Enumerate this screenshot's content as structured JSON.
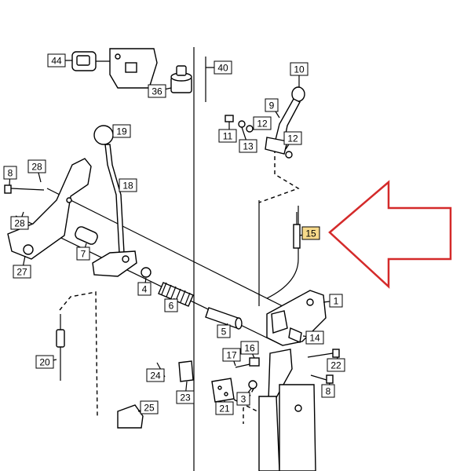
{
  "callouts": [
    {
      "id": "c44",
      "text": "44"
    },
    {
      "id": "c36",
      "text": "36"
    },
    {
      "id": "c40",
      "text": "40"
    },
    {
      "id": "c10",
      "text": "10"
    },
    {
      "id": "c9",
      "text": "9"
    },
    {
      "id": "c12a",
      "text": "12"
    },
    {
      "id": "c11",
      "text": "11"
    },
    {
      "id": "c13",
      "text": "13"
    },
    {
      "id": "c12b",
      "text": "12"
    },
    {
      "id": "c19",
      "text": "19"
    },
    {
      "id": "c8a",
      "text": "8"
    },
    {
      "id": "c28a",
      "text": "28"
    },
    {
      "id": "c18",
      "text": "18"
    },
    {
      "id": "c28b",
      "text": "28"
    },
    {
      "id": "c15",
      "text": "15",
      "highlight": true
    },
    {
      "id": "c7",
      "text": "7"
    },
    {
      "id": "c27",
      "text": "27"
    },
    {
      "id": "c4",
      "text": "4"
    },
    {
      "id": "c6",
      "text": "6"
    },
    {
      "id": "c1",
      "text": "1"
    },
    {
      "id": "c5",
      "text": "5"
    },
    {
      "id": "c14",
      "text": "14"
    },
    {
      "id": "c16",
      "text": "16"
    },
    {
      "id": "c17",
      "text": "17"
    },
    {
      "id": "c22",
      "text": "22"
    },
    {
      "id": "c20",
      "text": "20"
    },
    {
      "id": "c24",
      "text": "24"
    },
    {
      "id": "c23",
      "text": "23"
    },
    {
      "id": "c8b",
      "text": "8"
    },
    {
      "id": "c21",
      "text": "21"
    },
    {
      "id": "c3",
      "text": "3"
    },
    {
      "id": "c25",
      "text": "25"
    }
  ],
  "colors": {
    "highlight_fill": "#f6d98a",
    "arrow": "#d42a2a",
    "ink": "#000000"
  }
}
